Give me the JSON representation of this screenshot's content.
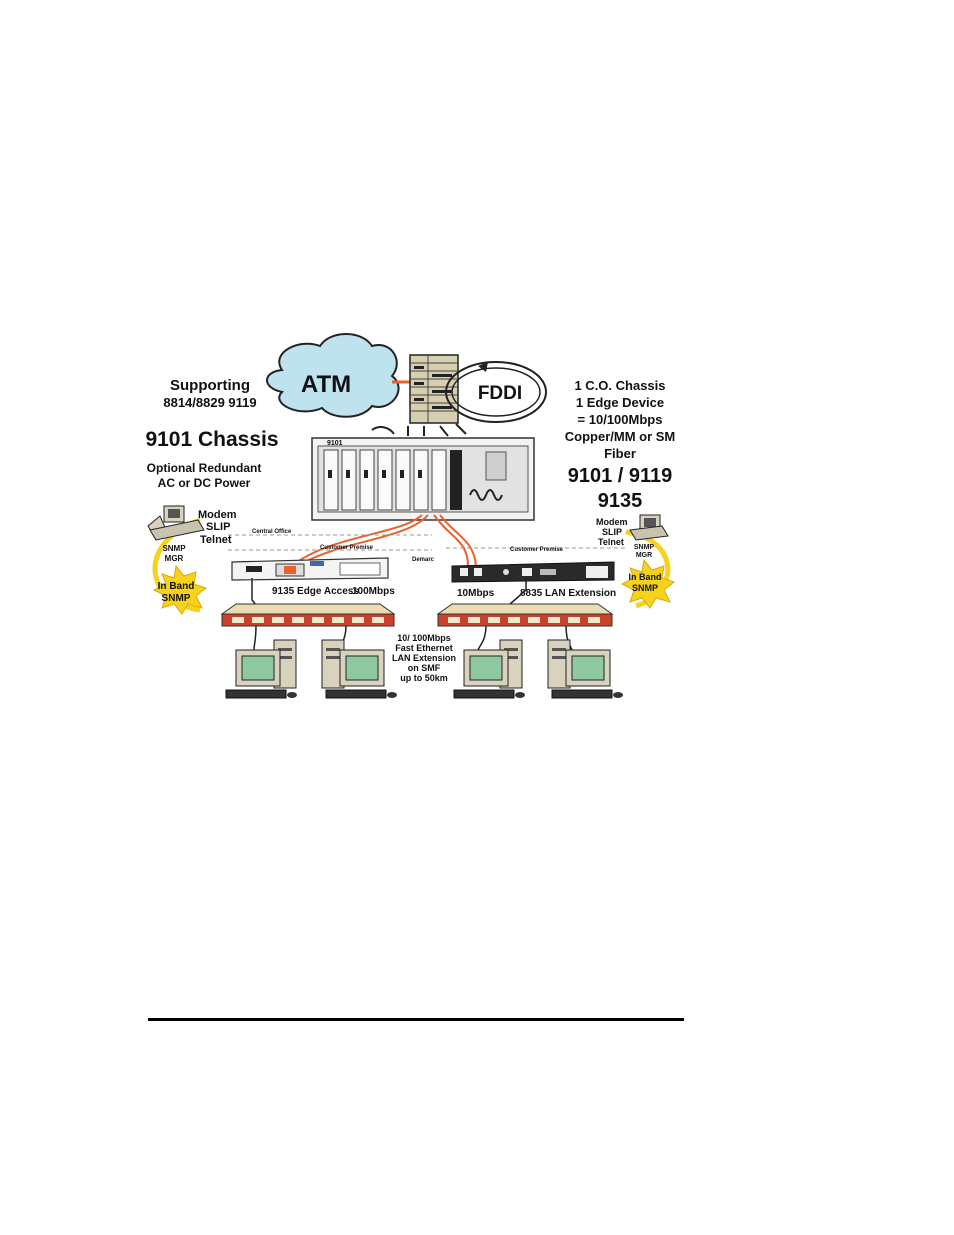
{
  "diagram": {
    "left_header": {
      "line1": "Supporting",
      "line2": "8814/8829 9119",
      "chassis_title": "9101 Chassis",
      "power_line1": "Optional Redundant",
      "power_line2": "AC or DC  Power"
    },
    "cloud_label": "ATM",
    "ring_label": "FDDI",
    "chassis_label": "9101",
    "right_header": {
      "line1": "1 C.O. Chassis",
      "line2": "1 Edge Device",
      "line3": "= 10/100Mbps",
      "line4": "Copper/MM or SM",
      "line5": "Fiber",
      "model1": "9101 / 9119",
      "model2": "9135"
    },
    "zones": {
      "central_office": "Central Office",
      "customer_premise_left": "Customer Premise",
      "demarc": "Demarc",
      "customer_premise_right": "Customer Premise"
    },
    "left_mgmt": {
      "modem": "Modem",
      "slip": "SLIP",
      "telnet": "Telnet",
      "snmp": "SNMP",
      "mgr": "MGR",
      "inband1": "In Band",
      "inband2": "SNMP"
    },
    "right_mgmt": {
      "modem": "Modem",
      "slip": "SLIP",
      "telnet": "Telnet",
      "snmp": "SNMP",
      "mgr": "MGR",
      "inband1": "In Band",
      "inband2": "SNMP"
    },
    "left_device": {
      "name": "9135 Edge Access",
      "speed": "100Mbps"
    },
    "right_device": {
      "speed": "10Mbps",
      "name": "8835 LAN Extension"
    },
    "center_note": {
      "line1": "10/ 100Mbps",
      "line2": "Fast Ethernet",
      "line3": "LAN Extension",
      "line4": "on SMF",
      "line5": "up to 50km"
    },
    "colors": {
      "cloud": "#bfe3ee",
      "fiber": "#e8622c",
      "hub": "#e8ddb5",
      "hub_front": "#c9412a",
      "burst": "#f6d21c",
      "monitor_screen": "#8ec9a2",
      "case": "#d9d2bc"
    }
  }
}
